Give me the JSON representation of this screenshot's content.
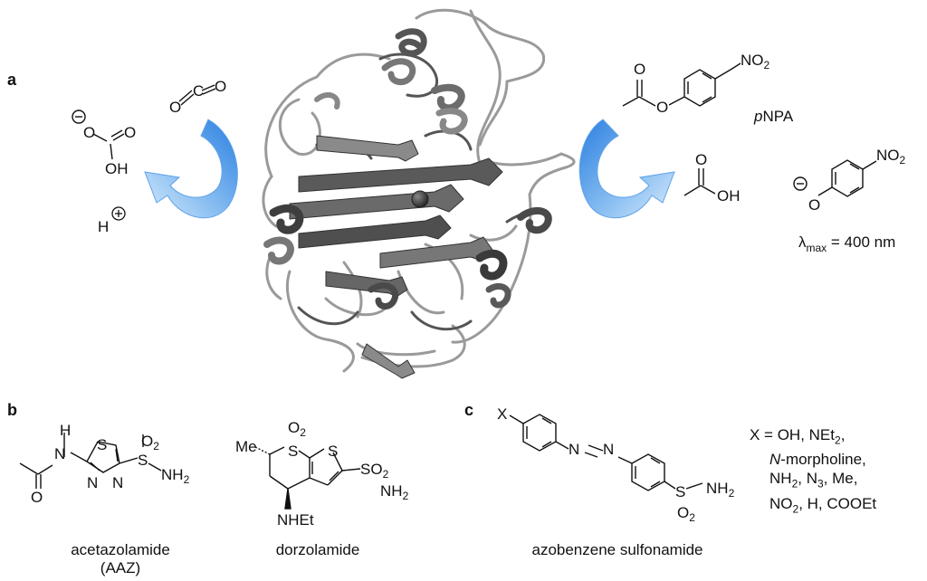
{
  "panels": {
    "a": "a",
    "b": "b",
    "c": "c"
  },
  "panel_a": {
    "co2_o1": "O",
    "co2_c": "C",
    "co2_o2": "O",
    "bicarb_o_minus": "O",
    "bicarb_o": "O",
    "bicarb_oh": "OH",
    "proton": "H",
    "pnpa_label_italic": "p",
    "pnpa_label": "NPA",
    "pnpa_o_carbonyl": "O",
    "pnpa_o_ester": "O",
    "pnpa_no2": "NO",
    "pnpa_no2_sub": "2",
    "acetic_o": "O",
    "acetic_oh": "OH",
    "phenolate_o": "O",
    "phenolate_no2": "NO",
    "phenolate_no2_sub": "2",
    "lambda_symbol": "λ",
    "lambda_sub": "max",
    "lambda_value": " = 400 nm"
  },
  "panel_b": {
    "aaz_h": "H",
    "aaz_n": "N",
    "aaz_o": "O",
    "aaz_s_ring": "S",
    "aaz_n1": "N",
    "aaz_n2": "N",
    "aaz_s": "S",
    "aaz_o2": "O",
    "aaz_o2_sub": "2",
    "aaz_nh2": "NH",
    "aaz_nh2_sub": "2",
    "aaz_caption_1": "acetazolamide",
    "aaz_caption_2": "(AAZ)",
    "dorz_me": "Me",
    "dorz_s1": "S",
    "dorz_o2": "O",
    "dorz_o2_sub": "2",
    "dorz_s2": "S",
    "dorz_so2": "SO",
    "dorz_so2_sub": "2",
    "dorz_nh2": "NH",
    "dorz_nh2_sub": "2",
    "dorz_nhet": "NHEt",
    "dorz_caption": "dorzolamide"
  },
  "panel_c": {
    "x_sub": "X",
    "azo_n1": "N",
    "azo_n2": "N",
    "azo_s": "S",
    "azo_nh2": "NH",
    "azo_nh2_sub": "2",
    "azo_o2": "O",
    "azo_o2_sub": "2",
    "caption": "azobenzene sulfonamide",
    "x_lines": [
      "X = OH, NEt",
      "N",
      "-morpholine,",
      "NH",
      ", N",
      ", Me,",
      "NO",
      ", H, COOEt"
    ],
    "x_subs": [
      "2",
      "2",
      "3",
      "2"
    ]
  },
  "colors": {
    "arrow": "#3a8ee6",
    "arrow_light": "#bcdcf8",
    "protein_dark": "#4a4a4a",
    "protein_light": "#b5b5b5"
  }
}
